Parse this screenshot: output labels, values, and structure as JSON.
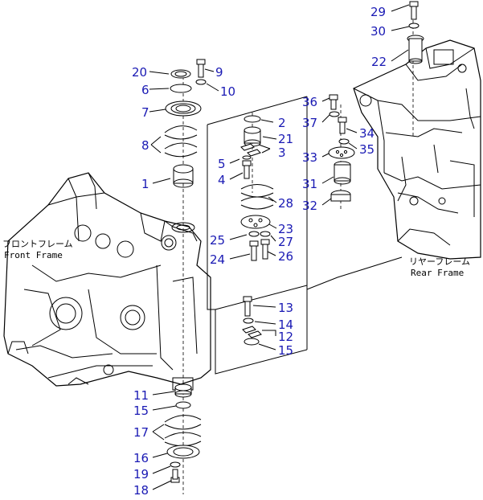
{
  "labels": {
    "front_frame_jp": "フロントフレーム",
    "front_frame_en": "Front Frame",
    "rear_frame_jp": "リヤーフレーム",
    "rear_frame_en": "Rear Frame"
  },
  "callouts": {
    "p1": "1",
    "p2": "2",
    "p3": "3",
    "p4": "4",
    "p5": "5",
    "p6": "6",
    "p7": "7",
    "p8": "8",
    "p9": "9",
    "p10": "10",
    "p11": "11",
    "p12": "12",
    "p13": "13",
    "p14": "14",
    "p15a": "15",
    "p15b": "15",
    "p16": "16",
    "p17": "17",
    "p18": "18",
    "p19": "19",
    "p20": "20",
    "p21": "21",
    "p22": "22",
    "p23": "23",
    "p24": "24",
    "p25": "25",
    "p26": "26",
    "p27": "27",
    "p28": "28",
    "p29": "29",
    "p30": "30",
    "p31": "31",
    "p32": "32",
    "p33": "33",
    "p34": "34",
    "p35": "35",
    "p36": "36",
    "p37": "37"
  },
  "colors": {
    "callout": "#1a1ab4",
    "line": "#000000",
    "background": "#ffffff"
  }
}
